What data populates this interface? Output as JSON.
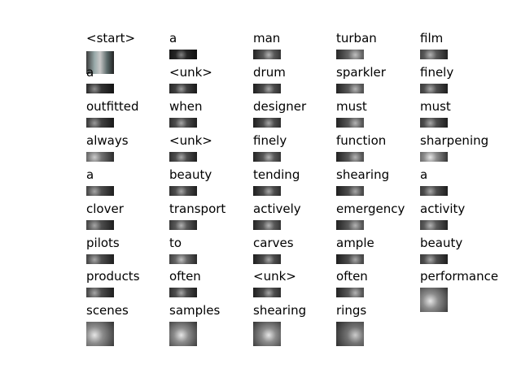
{
  "rows": [
    [
      {
        "word": "<start>",
        "level": 0.45,
        "patch": "photo"
      },
      {
        "word": "a",
        "level": 0.15
      },
      {
        "word": "man",
        "level": 0.35
      },
      {
        "word": "turban",
        "level": 0.4
      },
      {
        "word": "film",
        "level": 0.35
      }
    ],
    [
      {
        "word": "a",
        "level": 0.2
      },
      {
        "word": "<unk>",
        "level": 0.25
      },
      {
        "word": "drum",
        "level": 0.3
      },
      {
        "word": "sparkler",
        "level": 0.35
      },
      {
        "word": "finely",
        "level": 0.3
      }
    ],
    [
      {
        "word": "outfitted",
        "level": 0.25
      },
      {
        "word": "when",
        "level": 0.3
      },
      {
        "word": "designer",
        "level": 0.3
      },
      {
        "word": "must",
        "level": 0.35
      },
      {
        "word": "must",
        "level": 0.3
      }
    ],
    [
      {
        "word": "always",
        "level": 0.45
      },
      {
        "word": "<unk>",
        "level": 0.3
      },
      {
        "word": "finely",
        "level": 0.35
      },
      {
        "word": "function",
        "level": 0.35
      },
      {
        "word": "sharpening",
        "level": 0.55
      }
    ],
    [
      {
        "word": "a",
        "level": 0.3
      },
      {
        "word": "beauty",
        "level": 0.3
      },
      {
        "word": "tending",
        "level": 0.3
      },
      {
        "word": "shearing",
        "level": 0.3
      },
      {
        "word": "a",
        "level": 0.3
      }
    ],
    [
      {
        "word": "clover",
        "level": 0.3
      },
      {
        "word": "transport",
        "level": 0.35
      },
      {
        "word": "actively",
        "level": 0.35
      },
      {
        "word": "emergency",
        "level": 0.35
      },
      {
        "word": "activity",
        "level": 0.35
      }
    ],
    [
      {
        "word": "pilots",
        "level": 0.3
      },
      {
        "word": "to",
        "level": 0.4
      },
      {
        "word": "carves",
        "level": 0.3
      },
      {
        "word": "ample",
        "level": 0.3
      },
      {
        "word": "beauty",
        "level": 0.3
      }
    ],
    [
      {
        "word": "products",
        "level": 0.3
      },
      {
        "word": "often",
        "level": 0.3
      },
      {
        "word": "<unk>",
        "level": 0.3
      },
      {
        "word": "often",
        "level": 0.35
      },
      {
        "word": "performance",
        "level": 0.55
      }
    ],
    [
      {
        "word": "scenes",
        "level": 0.55
      },
      {
        "word": "samples",
        "level": 0.55
      },
      {
        "word": "shearing",
        "level": 0.55
      },
      {
        "word": "rings",
        "level": 0.45
      }
    ]
  ]
}
